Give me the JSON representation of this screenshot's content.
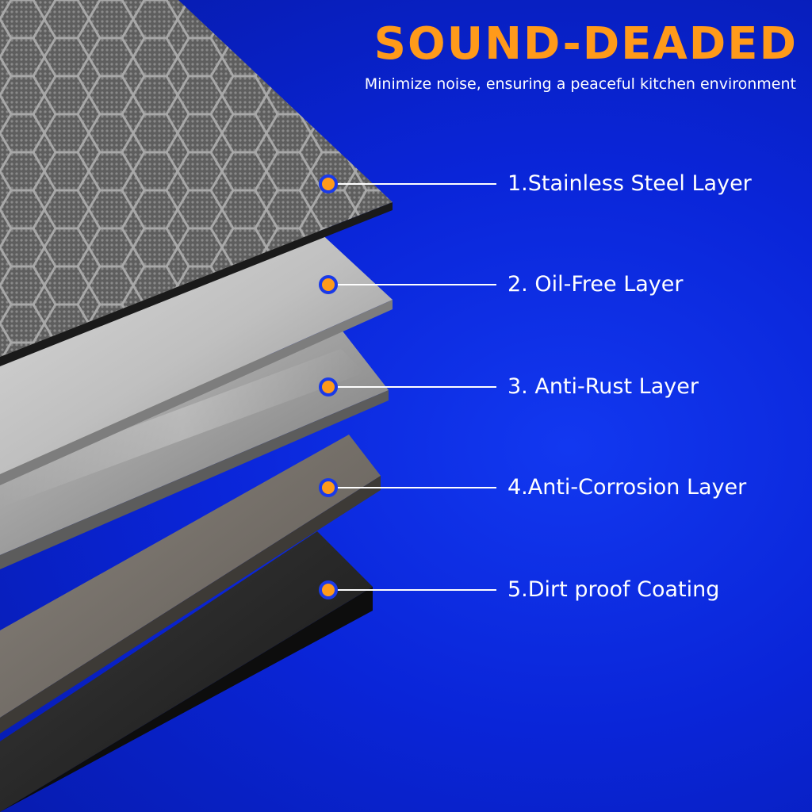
{
  "heading": {
    "title": "SOUND-DEADED",
    "subtitle": "Minimize noise, ensuring a peaceful kitchen environment"
  },
  "layers": [
    {
      "label": "1.Stainless Steel Layer"
    },
    {
      "label": "2. Oil-Free Layer"
    },
    {
      "label": "3. Anti-Rust Layer"
    },
    {
      "label": "4.Anti-Corrosion Layer"
    },
    {
      "label": "5.Dirt proof Coating"
    }
  ],
  "colors": {
    "background": "#0a25d8",
    "accent": "#ff9a1a",
    "text": "#ffffff"
  }
}
